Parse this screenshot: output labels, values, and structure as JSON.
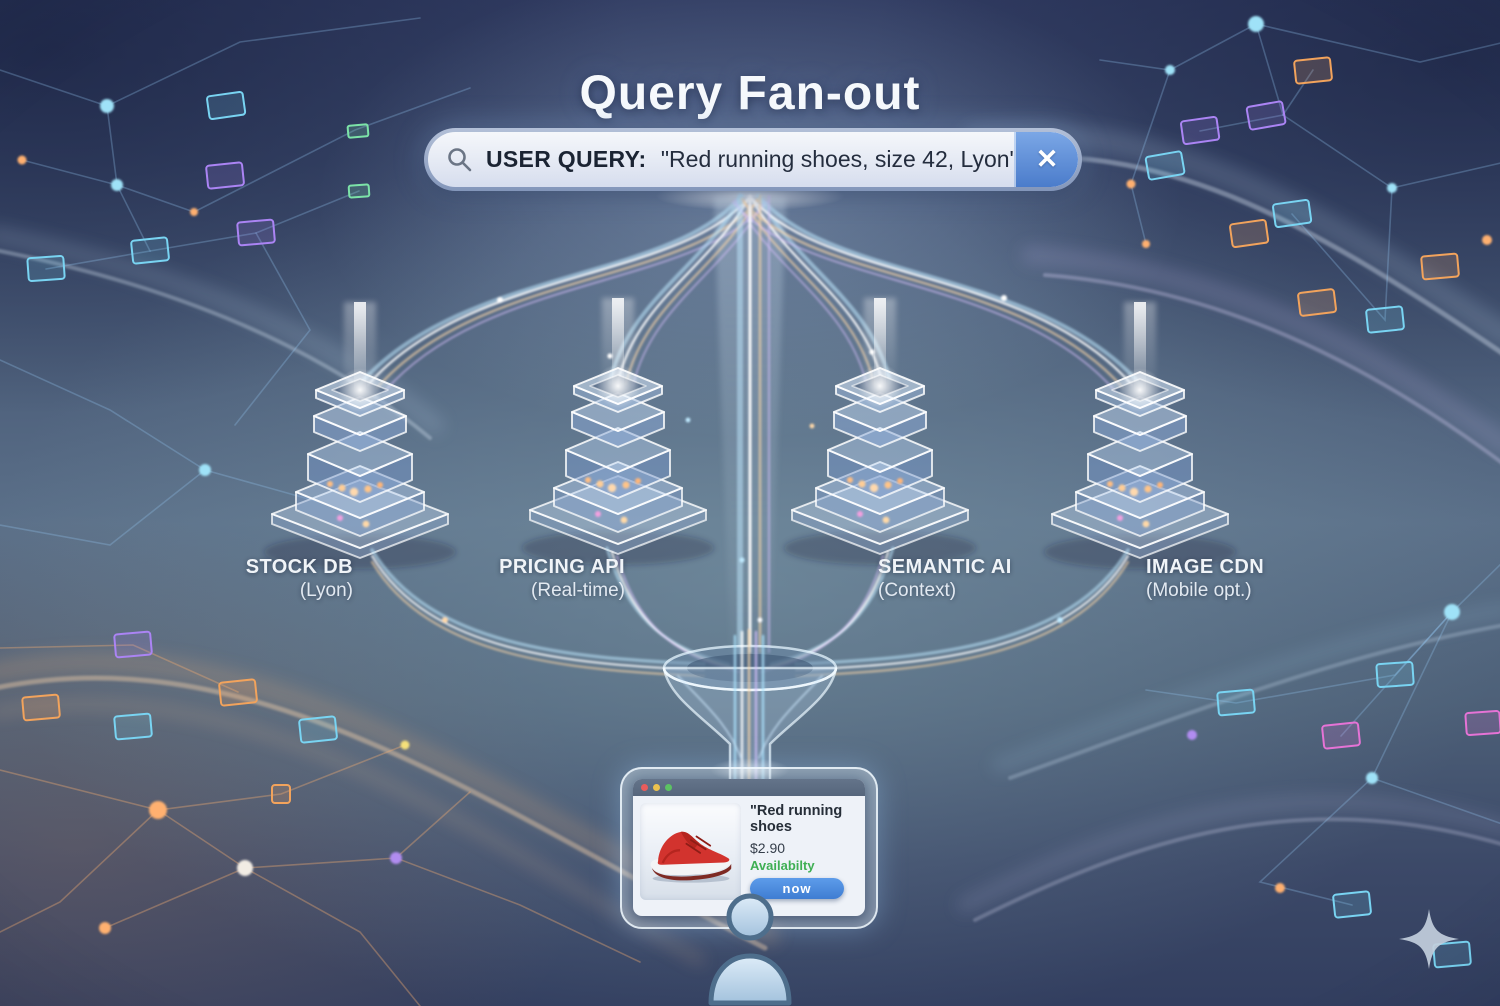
{
  "title": "Query Fan-out",
  "search_bar": {
    "label": "USER QUERY:",
    "query": "\"Red running shoes, size 42, Lyon\"",
    "clear": "✕"
  },
  "nodes": [
    {
      "name": "STOCK DB",
      "detail": "(Lyon)"
    },
    {
      "name": "PRICING API",
      "detail": "(Real-time)"
    },
    {
      "name": "SEMANTIC AI",
      "detail": "(Context)"
    },
    {
      "name": "IMAGE CDN",
      "detail": "(Mobile opt.)"
    }
  ],
  "result_card": {
    "product_title": "\"Red running shoes",
    "price": "$2.90",
    "availability": "Availabilty",
    "cta": "now"
  },
  "icons": {
    "search": "magnifier",
    "clear": "x-cross",
    "traffic_lights": [
      "red",
      "yellow",
      "green"
    ],
    "user": "person-silhouette",
    "watermark": "four-point-sparkle",
    "funnel": "glass-funnel",
    "servers": "glass-isometric-server"
  },
  "colors": {
    "cta_blue": "#4a86d8",
    "availability_green": "#3faf54",
    "shoe_red": "#d2332e",
    "traffic_red": "#e85c5c",
    "traffic_yellow": "#ecc24e",
    "traffic_green": "#5cc363",
    "background_navy": "#323e5f"
  }
}
